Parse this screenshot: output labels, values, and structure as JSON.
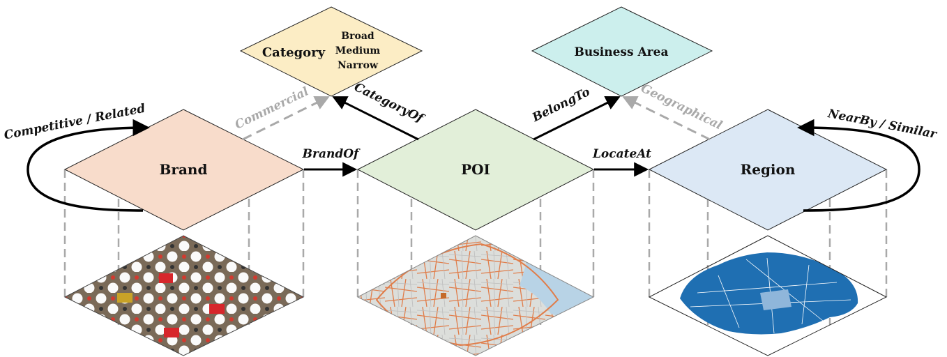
{
  "nodes": {
    "brand": "Brand",
    "poi": "POI",
    "region": "Region",
    "category": "Category",
    "category_levels": [
      "Broad",
      "Medium",
      "Narrow"
    ],
    "business_area": "Business Area"
  },
  "edges": {
    "brand_self": "Competitive / Related",
    "brand_of": "BrandOf",
    "locate_at": "LocateAt",
    "category_of": "CategoryOf",
    "belong_to": "BelongTo",
    "region_self": "NearBy / Similar"
  },
  "relations": {
    "commercial": "Commercial",
    "geographical": "Geographical"
  },
  "colors": {
    "brand_fill": "#f8dccb",
    "poi_fill": "#e2efd9",
    "region_fill": "#dce8f5",
    "category_fill": "#fcedc5",
    "business_area_fill": "#ccefed",
    "dashed": "#a9a9a9",
    "brand_logo_bg": "#7a6a58",
    "map_bg": "#dcdedb",
    "map_water": "#b8d3e6",
    "map_roads": "#e07d4a",
    "region_map": "#1f6fb2"
  },
  "images": {
    "brand": "brand-logo-hex-grid",
    "poi": "city-street-map",
    "region": "region-division-map"
  }
}
